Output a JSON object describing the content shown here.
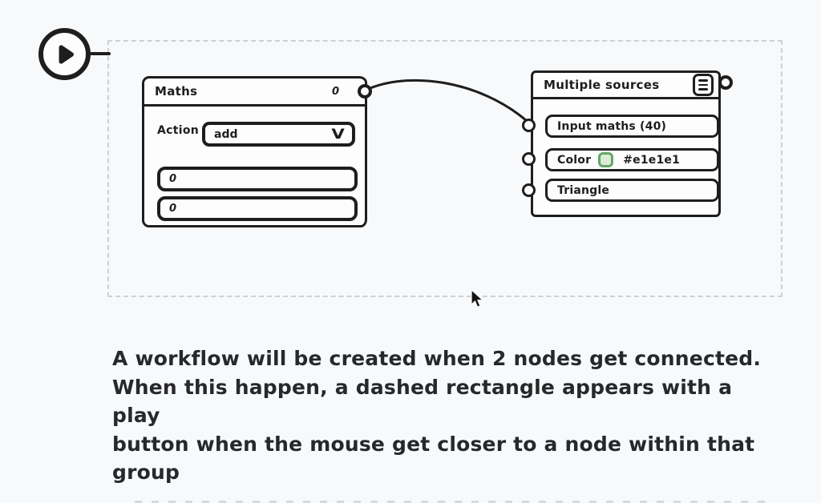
{
  "canvas": {
    "background": "#f8f9fb",
    "ink": "#1e1e1e",
    "dash_color": "#cdd1d5"
  },
  "workflow_group": {
    "play_button_icon": "play-icon"
  },
  "maths_node": {
    "title": "Maths",
    "output_count": "0",
    "action": {
      "label": "Action",
      "value": "add",
      "chevron": "V"
    },
    "inputs": [
      "0",
      "0"
    ]
  },
  "sources_node": {
    "title": "Multiple sources",
    "menu_icon": "list-icon",
    "rows": [
      {
        "label": "Input maths (40)"
      },
      {
        "label": "Color",
        "value": "#e1e1e1",
        "swatch_fill": "#dcead8",
        "swatch_border": "#65a768"
      },
      {
        "label": "Triangle"
      }
    ]
  },
  "caption": {
    "lines": [
      "A workflow will be created when 2 nodes get connected.",
      "When this happen, a dashed rectangle appears with a play",
      "button when the mouse get closer to a node within that",
      "group"
    ]
  }
}
